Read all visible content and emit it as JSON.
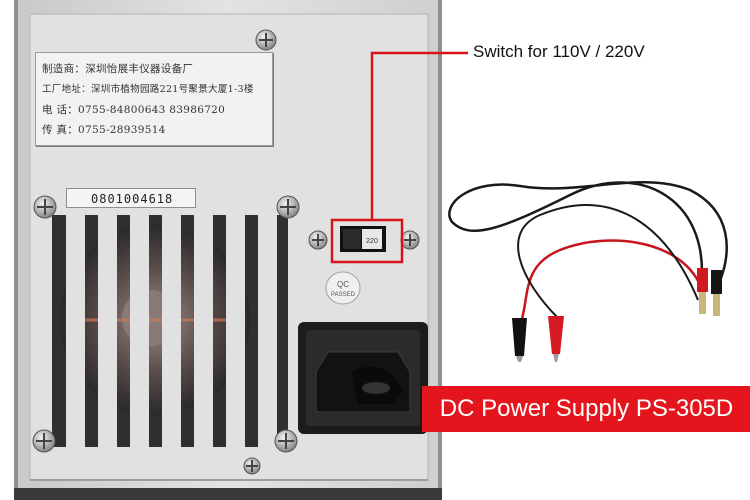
{
  "callouts": {
    "switch_label": "Switch for 110V / 220V",
    "product_label": "DC Power Supply PS-305D"
  },
  "manufacturer_plate": {
    "lines": [
      "制造商：深圳怡展丰仪器设备厂",
      "工厂地址：深圳市植物园路221号聚景大厦1-3楼",
      "电    话：0755-84800643   83986720",
      "传    真：0755-28939514"
    ]
  },
  "serial_sticker": "0801004618",
  "qc_sticker": [
    "QC",
    "PASSED"
  ],
  "voltage_switch_marking": "220",
  "colors": {
    "callout_red": "#e4151c",
    "highlight_box": "#d8141b",
    "panel": "#dcdcdc"
  }
}
